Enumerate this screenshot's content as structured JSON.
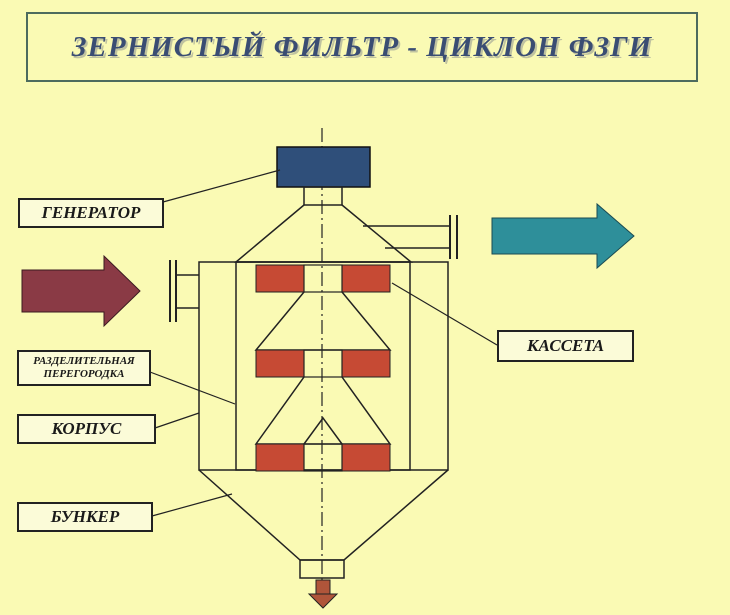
{
  "title": "ЗЕРНИСТЫЙ ФИЛЬТР - ЦИКЛОН  ФЗГИ",
  "labels": {
    "generator": "ГЕНЕРАТОР",
    "partition_line1": "РАЗДЕЛИТЕЛЬНАЯ",
    "partition_line2": "ПЕРЕГОРОДКА",
    "body": "КОРПУС",
    "bunker": "БУНКЕР",
    "cassette": "КАССЕТА"
  },
  "colors": {
    "background": "#fafab4",
    "title_text": "#3a4d73",
    "generator_fill": "#2f4f7a",
    "cassette_fill": "#c64a34",
    "inlet_arrow": "#8a3a45",
    "outlet_arrow": "#2e8f9a",
    "discharge_arrow": "#b0553a"
  },
  "icons": {
    "inlet": "arrow-right-icon",
    "outlet": "arrow-right-icon",
    "discharge": "arrow-down-icon"
  }
}
